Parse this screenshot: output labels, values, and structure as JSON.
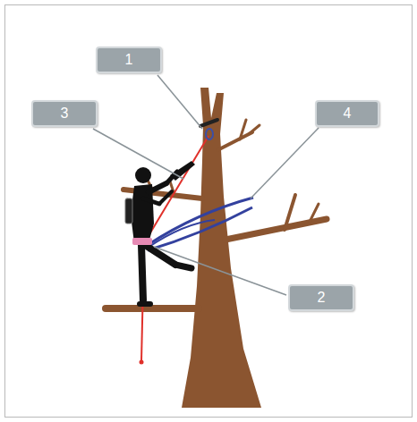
{
  "diagram": {
    "nodes": [
      {
        "text": [
          "1"
        ]
      },
      {
        "text": [
          "3"
        ]
      },
      {
        "text": [
          "4"
        ]
      },
      {
        "text": [
          "2"
        ]
      }
    ]
  }
}
